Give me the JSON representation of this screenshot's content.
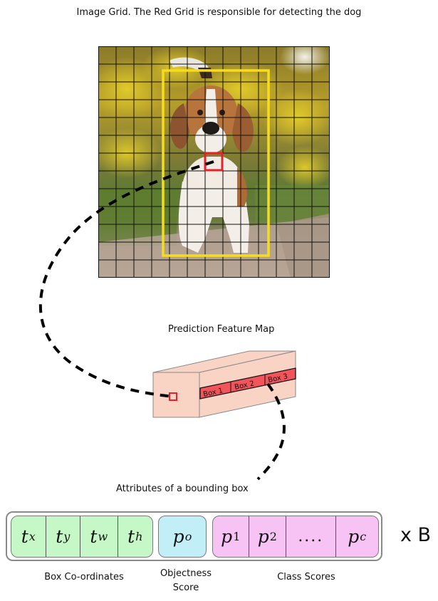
{
  "title": "Image Grid. The Red Grid is responsible for detecting the dog",
  "image_grid": {
    "rows": 13,
    "cols": 13,
    "subject": "beagle dog walking on path",
    "bounding_box_color": "#f7dc1a",
    "responsible_cell_color": "#e8202a"
  },
  "feature_map": {
    "label": "Prediction Feature Map",
    "boxes": [
      "Box 1",
      "Box 2",
      "Box 3"
    ],
    "face_color": "#f9d3c4",
    "band_color": "#f2545b"
  },
  "attributes": {
    "label": "Attributes of a bounding box",
    "box_coordinates": {
      "label": "Box Co-ordinates",
      "cells": [
        {
          "base": "t",
          "sub": "x"
        },
        {
          "base": "t",
          "sub": "y"
        },
        {
          "base": "t",
          "sub": "w"
        },
        {
          "base": "t",
          "sub": "h"
        }
      ],
      "color": "#c6f7c6"
    },
    "objectness": {
      "label_line1": "Objectness",
      "label_line2": "Score",
      "cells": [
        {
          "base": "p",
          "sub": "o"
        }
      ],
      "color": "#c2eff7"
    },
    "class_scores": {
      "label": "Class Scores",
      "cells": [
        {
          "base": "p",
          "sub": "1"
        },
        {
          "base": "p",
          "sub": "2"
        },
        {
          "base": "....",
          "sub": ""
        },
        {
          "base": "p",
          "sub": "c"
        }
      ],
      "color": "#f7c3f5"
    },
    "multiplier": "x B"
  }
}
